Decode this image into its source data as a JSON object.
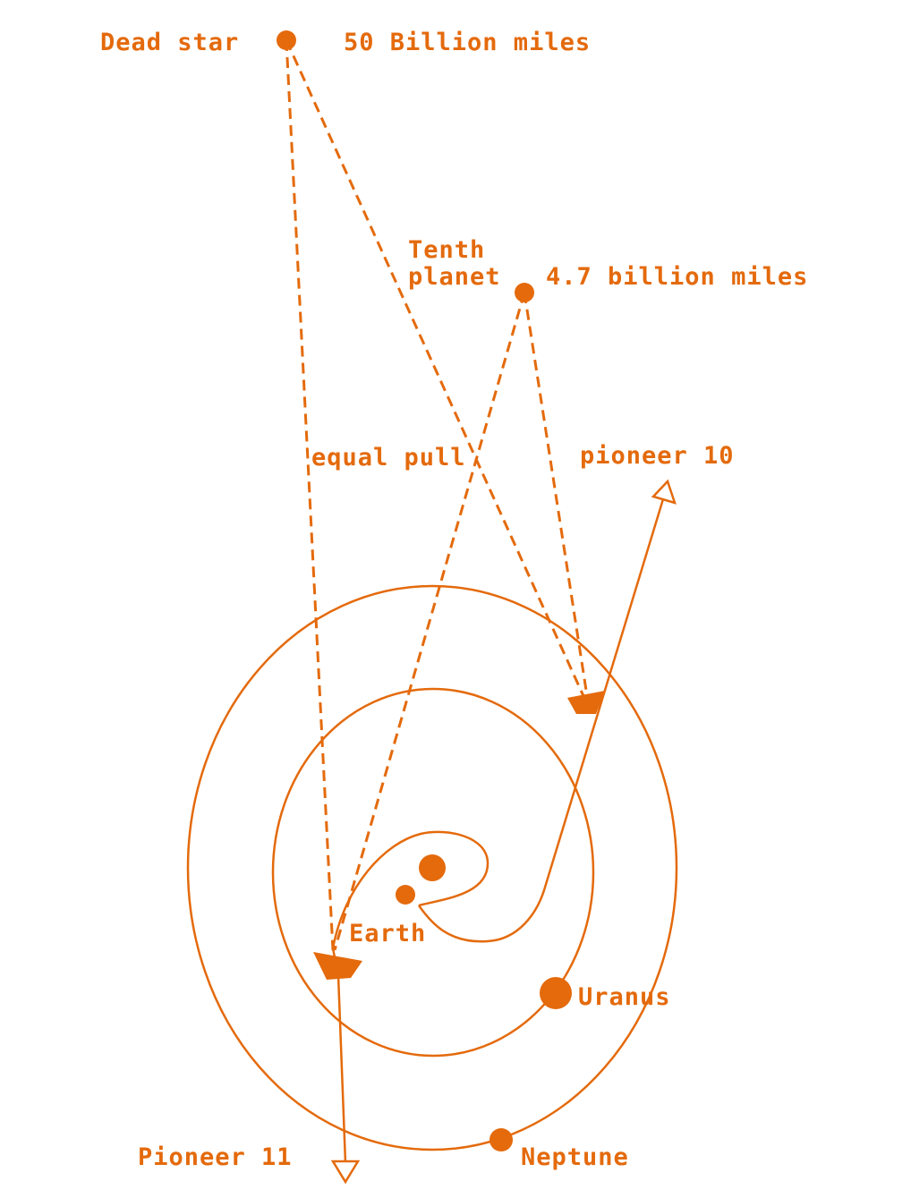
{
  "colors": {
    "accent": "#e46a0c",
    "background": "#ffffff"
  },
  "labels": {
    "dead_star": "Dead star",
    "dead_star_distance": "50 Billion miles",
    "tenth_planet_line1": "Tenth",
    "tenth_planet_line2": "planet",
    "tenth_planet_distance": "4.7 billion miles",
    "equal_pull": "equal pull",
    "pioneer_10": "pioneer 10",
    "earth": "Earth",
    "uranus": "Uranus",
    "pioneer_11": "Pioneer 11",
    "neptune": "Neptune"
  }
}
